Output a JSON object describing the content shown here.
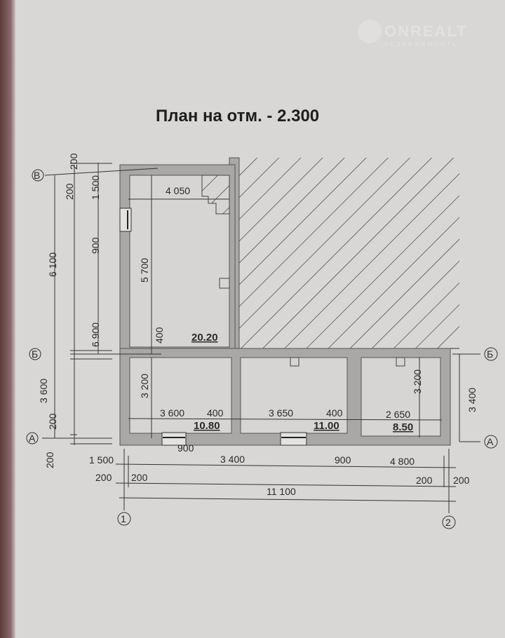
{
  "title": "План  на  отм. - 2.300",
  "watermark": {
    "brand": "ONREALT",
    "sub": "НЕДВИЖИМОСТЬ"
  },
  "axes": {
    "v": "В",
    "b": "Б",
    "a": "А",
    "one": "1",
    "two": "2"
  },
  "areas": {
    "upper": "20.20",
    "room1": "10.80",
    "room2": "11.00",
    "room3": "8.50"
  },
  "dims_left": {
    "top200": "200",
    "mid200": "200",
    "d1500": "1 500",
    "d900": "900",
    "d6100": "6 100",
    "d6900": "6 900",
    "d3600": "3 600",
    "low200": "200",
    "bot200": "200"
  },
  "dims_inner": {
    "d4050": "4 050",
    "d5700": "5 700",
    "d400": "400",
    "d3200a": "3 200",
    "d3600": "3 600",
    "d400a": "400",
    "d3650": "3 650",
    "d400b": "400",
    "d2650": "2 650",
    "d3200b": "3 200",
    "d3400r": "3 400"
  },
  "dims_bottom": {
    "w900": "900",
    "d1500": "1 500",
    "d3400": "3 400",
    "d900": "900",
    "d4800": "4 800",
    "l200a": "200",
    "l200b": "200",
    "r200a": "200",
    "r200b": "200",
    "d11100": "11 100"
  }
}
